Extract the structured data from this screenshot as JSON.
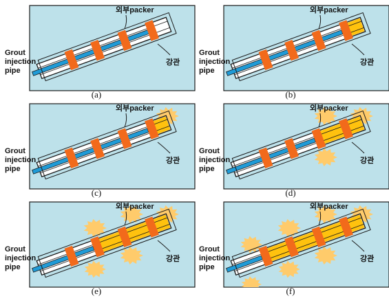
{
  "labels": {
    "grout_line1": "Grout",
    "grout_line2": "injection",
    "grout_line3": "pipe",
    "outer_packer": "외부packer",
    "steel_pipe": "강관"
  },
  "panels": [
    {
      "id": "a",
      "caption": "(a)",
      "grouted_segments": 0,
      "grout_clouds": 0
    },
    {
      "id": "b",
      "caption": "(b)",
      "grouted_segments": 1,
      "grout_clouds": 0
    },
    {
      "id": "c",
      "caption": "(c)",
      "grouted_segments": 1,
      "grout_clouds": 1
    },
    {
      "id": "d",
      "caption": "(d)",
      "grouted_segments": 2,
      "grout_clouds": 3
    },
    {
      "id": "e",
      "caption": "(e)",
      "grouted_segments": 3,
      "grout_clouds": 5
    },
    {
      "id": "f",
      "caption": "(f)",
      "grouted_segments": 4,
      "grout_clouds": 7
    }
  ],
  "colors": {
    "ground": "#bde1ea",
    "packer": "#f26a1b",
    "grout": "#ffc20e",
    "grout_cloud": "#ffcb6b",
    "inner_pipe": "#1f9bd7",
    "outline": "#1a1a1a"
  }
}
